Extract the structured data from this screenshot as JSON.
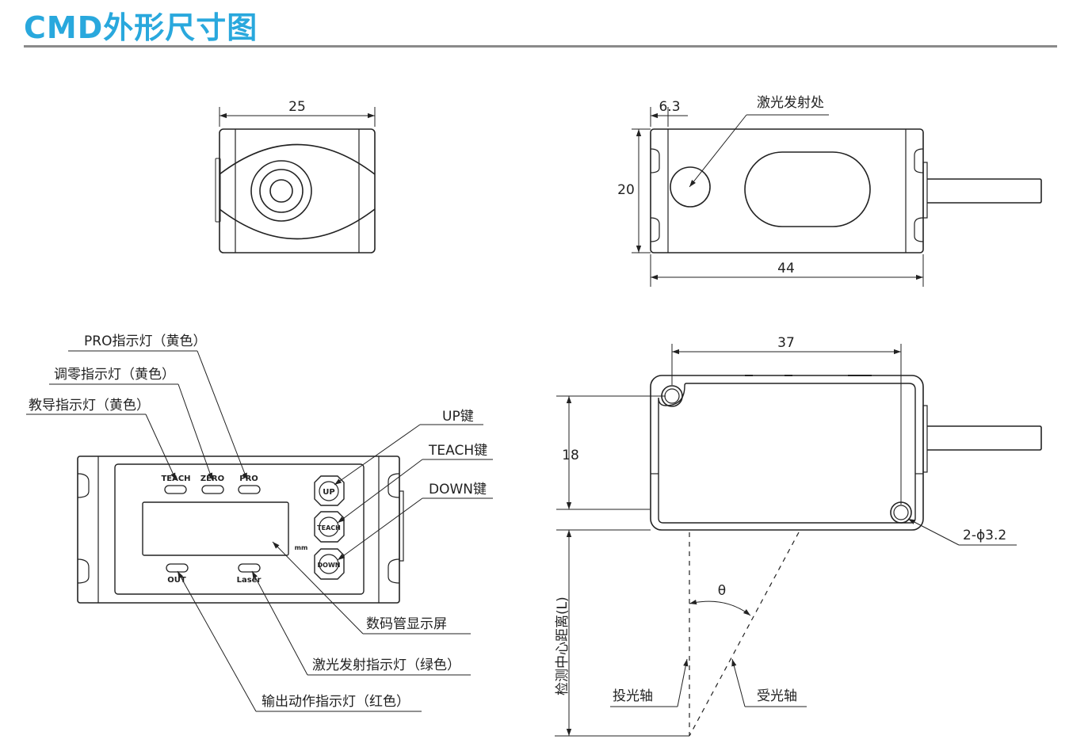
{
  "header": {
    "title": "CMD外形尺寸图",
    "title_color": "#29a8dd"
  },
  "front_view": {
    "width_dim": "25"
  },
  "side_view": {
    "offset_dim": "6.3",
    "laser_point_label": "激光发射处",
    "height_dim": "20",
    "length_dim": "44"
  },
  "panel_view": {
    "pro_led_label": "PRO指示灯（黄色）",
    "zero_led_label": "调零指示灯（黄色）",
    "teach_led_label": "教导指示灯（黄色）",
    "teach_text": "TEACH",
    "zero_text": "ZERO",
    "pro_text": "PRO",
    "out_text": "OUT",
    "laser_text": "Laser",
    "mm_text": "mm",
    "up_key_label": "UP键",
    "teach_key_label": "TEACH键",
    "down_key_label": "DOWN键",
    "up_btn": "UP",
    "teach_btn": "TEACH",
    "down_btn": "DOWN",
    "display_label": "数码管显示屏",
    "laser_led_label": "激光发射指示灯（绿色）",
    "output_led_label": "输出动作指示灯（红色）"
  },
  "bottom_view": {
    "span_dim": "37",
    "height_dim": "18",
    "hole_label": "2-ϕ3.2",
    "angle_label": "θ",
    "distance_label": "检测中心距离(L)",
    "emit_axis_label": "投光轴",
    "receive_axis_label": "受光轴"
  }
}
